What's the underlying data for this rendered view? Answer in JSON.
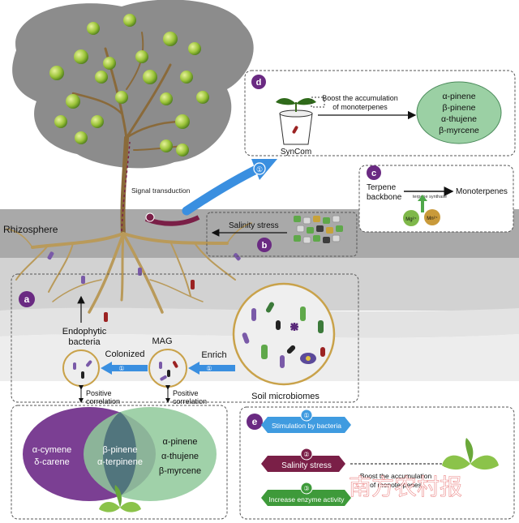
{
  "labels": {
    "signal_transduction": "Signal transduction",
    "rhizosphere": "Rhizosphere",
    "salinity_stress": "Salinity stress",
    "endophytic_line1": "Endophytic",
    "endophytic_line2": "bacteria",
    "mag": "MAG",
    "colonized": "Colonized",
    "enrich": "Enrich",
    "soil_microbiomes": "Soil microbiomes",
    "positive_line1": "Positive",
    "positive_line2": "correlation",
    "syncom": "SynCom",
    "boost_line1": "Boost the accumulation",
    "boost_line2": "of monoterpenes",
    "terpene_line1": "Terpene",
    "terpene_line2": "backbone",
    "terpene_synthase": "terpene synthase",
    "monoterpenes": "Monoterpenes",
    "mg": "Mg²⁺",
    "mn": "Mn²⁺",
    "circle_one": "①",
    "circle_two": "②",
    "circle_three": "③"
  },
  "panel_letters": {
    "a": "a",
    "b": "b",
    "c": "c",
    "d": "d",
    "e": "e"
  },
  "venn": {
    "left": [
      "α-cymene",
      "δ-carene"
    ],
    "middle": [
      "β-pinene",
      "α-terpinene"
    ],
    "right": [
      "α-pinene",
      "α-thujene",
      "β-myrcene"
    ]
  },
  "panel_d_list": [
    "α-pinene",
    "β-pinene",
    "α-thujene",
    "β-myrcene"
  ],
  "panel_e": {
    "steps": [
      "Stimulation by bacteria",
      "Salinity stress",
      "Increase enzyme activity"
    ],
    "boost_line1": "Boost the accumulation",
    "boost_line2": "of monoterpenes"
  },
  "watermark": "南方农村报",
  "colors": {
    "purple_panel": "#6a2a82",
    "green_venn": "#8fc99a",
    "purple_venn": "#7b3f93",
    "arrow_blue": "#3a8fe0",
    "soil_gray": "#c8c8c8",
    "canopy_gray": "#8a8a8a",
    "root": "#b99a5a",
    "step1": "#3f9be0",
    "step2": "#7a1f47",
    "step3": "#3e9a3a"
  }
}
